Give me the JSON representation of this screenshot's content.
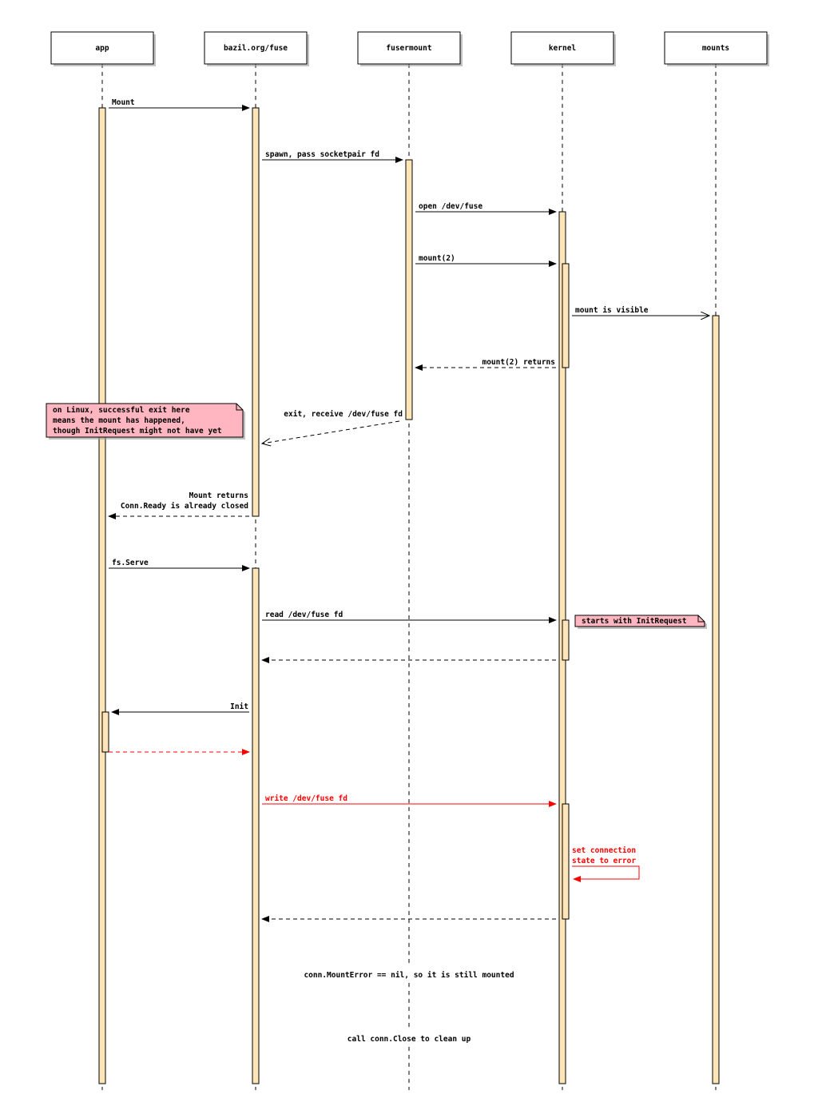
{
  "participants": [
    "app",
    "bazil.org/fuse",
    "fusermount",
    "kernel",
    "mounts"
  ],
  "messages": {
    "mount": "Mount",
    "spawn": "spawn, pass socketpair fd",
    "open": "open /dev/fuse",
    "mount2": "mount(2)",
    "visible": "mount is visible",
    "mount2_returns": "mount(2) returns",
    "exit": "exit, receive /dev/fuse fd",
    "mount_returns_1": "Mount returns",
    "mount_returns_2": "Conn.Ready is already closed",
    "fs_serve": "fs.Serve",
    "read": "read /dev/fuse fd",
    "init": "Init",
    "write": "write /dev/fuse fd",
    "set_error_1": "set connection",
    "set_error_2": "state to error"
  },
  "notes": {
    "linux_1": "on Linux, successful exit here",
    "linux_2": "means the mount has happened,",
    "linux_3": "though InitRequest might not have yet",
    "init_request": "starts with InitRequest"
  },
  "dividers": {
    "mount_error": "conn.MountError == nil, so it is still mounted",
    "close": "call conn.Close to clean up"
  },
  "colors": {
    "activation": "#fde5b8",
    "note": "#ffb6c1",
    "error": "#ff0000"
  }
}
